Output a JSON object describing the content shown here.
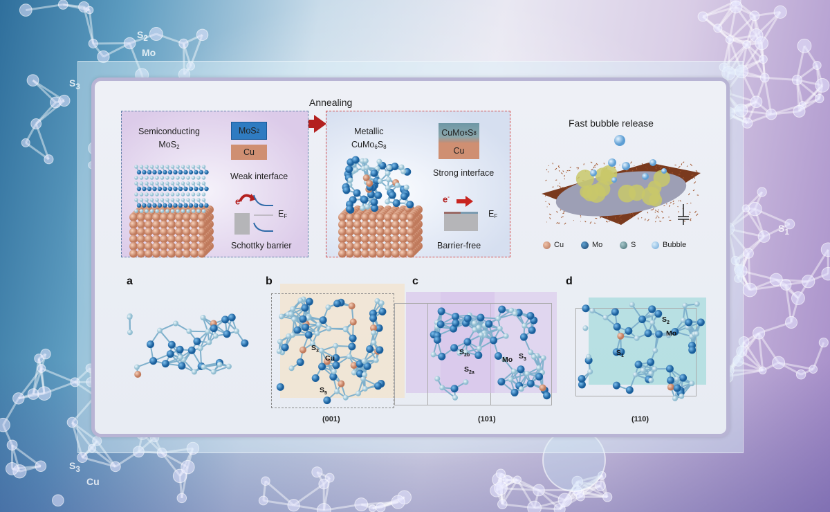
{
  "background_labels": [
    {
      "b": "S",
      "s": "2"
    },
    {
      "b": "Mo",
      "s": ""
    },
    {
      "b": "S",
      "s": "3"
    },
    {
      "b": "Cu",
      "s": ""
    },
    {
      "b": "S",
      "s": "3"
    },
    {
      "b": "S",
      "s": "1"
    }
  ],
  "top": {
    "annealing": "Annealing",
    "left_panel": {
      "title_line1": "Semiconducting",
      "title_line2_base": "MoS",
      "title_line2_sub": "2",
      "layer_top_base": "MoS",
      "layer_top_sub": "2",
      "layer_bottom": "Cu",
      "interface": "Weak interface",
      "electron": "e",
      "electron_sup": "-",
      "fermi_base": "E",
      "fermi_sub": "F",
      "barrier": "Schottky barrier"
    },
    "right_panel": {
      "title_line1": "Metallic",
      "title_line2": [
        "Cu",
        "Mo",
        "6",
        "S",
        "8"
      ],
      "layer_top": [
        "CuMo",
        "6",
        "S",
        "8"
      ],
      "layer_bottom": "Cu",
      "interface": "Strong interface",
      "electron": "e",
      "electron_sup": "-",
      "fermi_base": "E",
      "fermi_sub": "F",
      "barrier": "Barrier-free"
    },
    "bubble_panel": {
      "title": "Fast bubble release",
      "legend": [
        {
          "label": "Cu",
          "color": "#c98a6e"
        },
        {
          "label": "Mo",
          "color": "#1f4f7a"
        },
        {
          "label": "S",
          "color": "#4f7a80"
        },
        {
          "label": "Bubble",
          "color": "#7fb2dd"
        }
      ]
    }
  },
  "bottom": {
    "panels": [
      {
        "letter": "a",
        "face": ""
      },
      {
        "letter": "b",
        "face": "(001)",
        "atoms": [
          {
            "b": "S",
            "s": "3"
          },
          {
            "b": "Cu",
            "s": ""
          },
          {
            "b": "S",
            "s": "5"
          }
        ]
      },
      {
        "letter": "c",
        "face": "(101)",
        "atoms": [
          {
            "b": "S",
            "s": "2b"
          },
          {
            "b": "Mo",
            "s": ""
          },
          {
            "b": "S",
            "s": "3"
          },
          {
            "b": "S",
            "s": "2a"
          }
        ]
      },
      {
        "letter": "d",
        "face": "(110)",
        "atoms": [
          {
            "b": "S",
            "s": "2"
          },
          {
            "b": "Mo",
            "s": ""
          },
          {
            "b": "S",
            "s": "1"
          }
        ]
      }
    ]
  },
  "colors": {
    "mo": "#1f6fae",
    "s": "#a9cfe0",
    "cu": "#e0a080",
    "arrow": "#b3201f"
  }
}
